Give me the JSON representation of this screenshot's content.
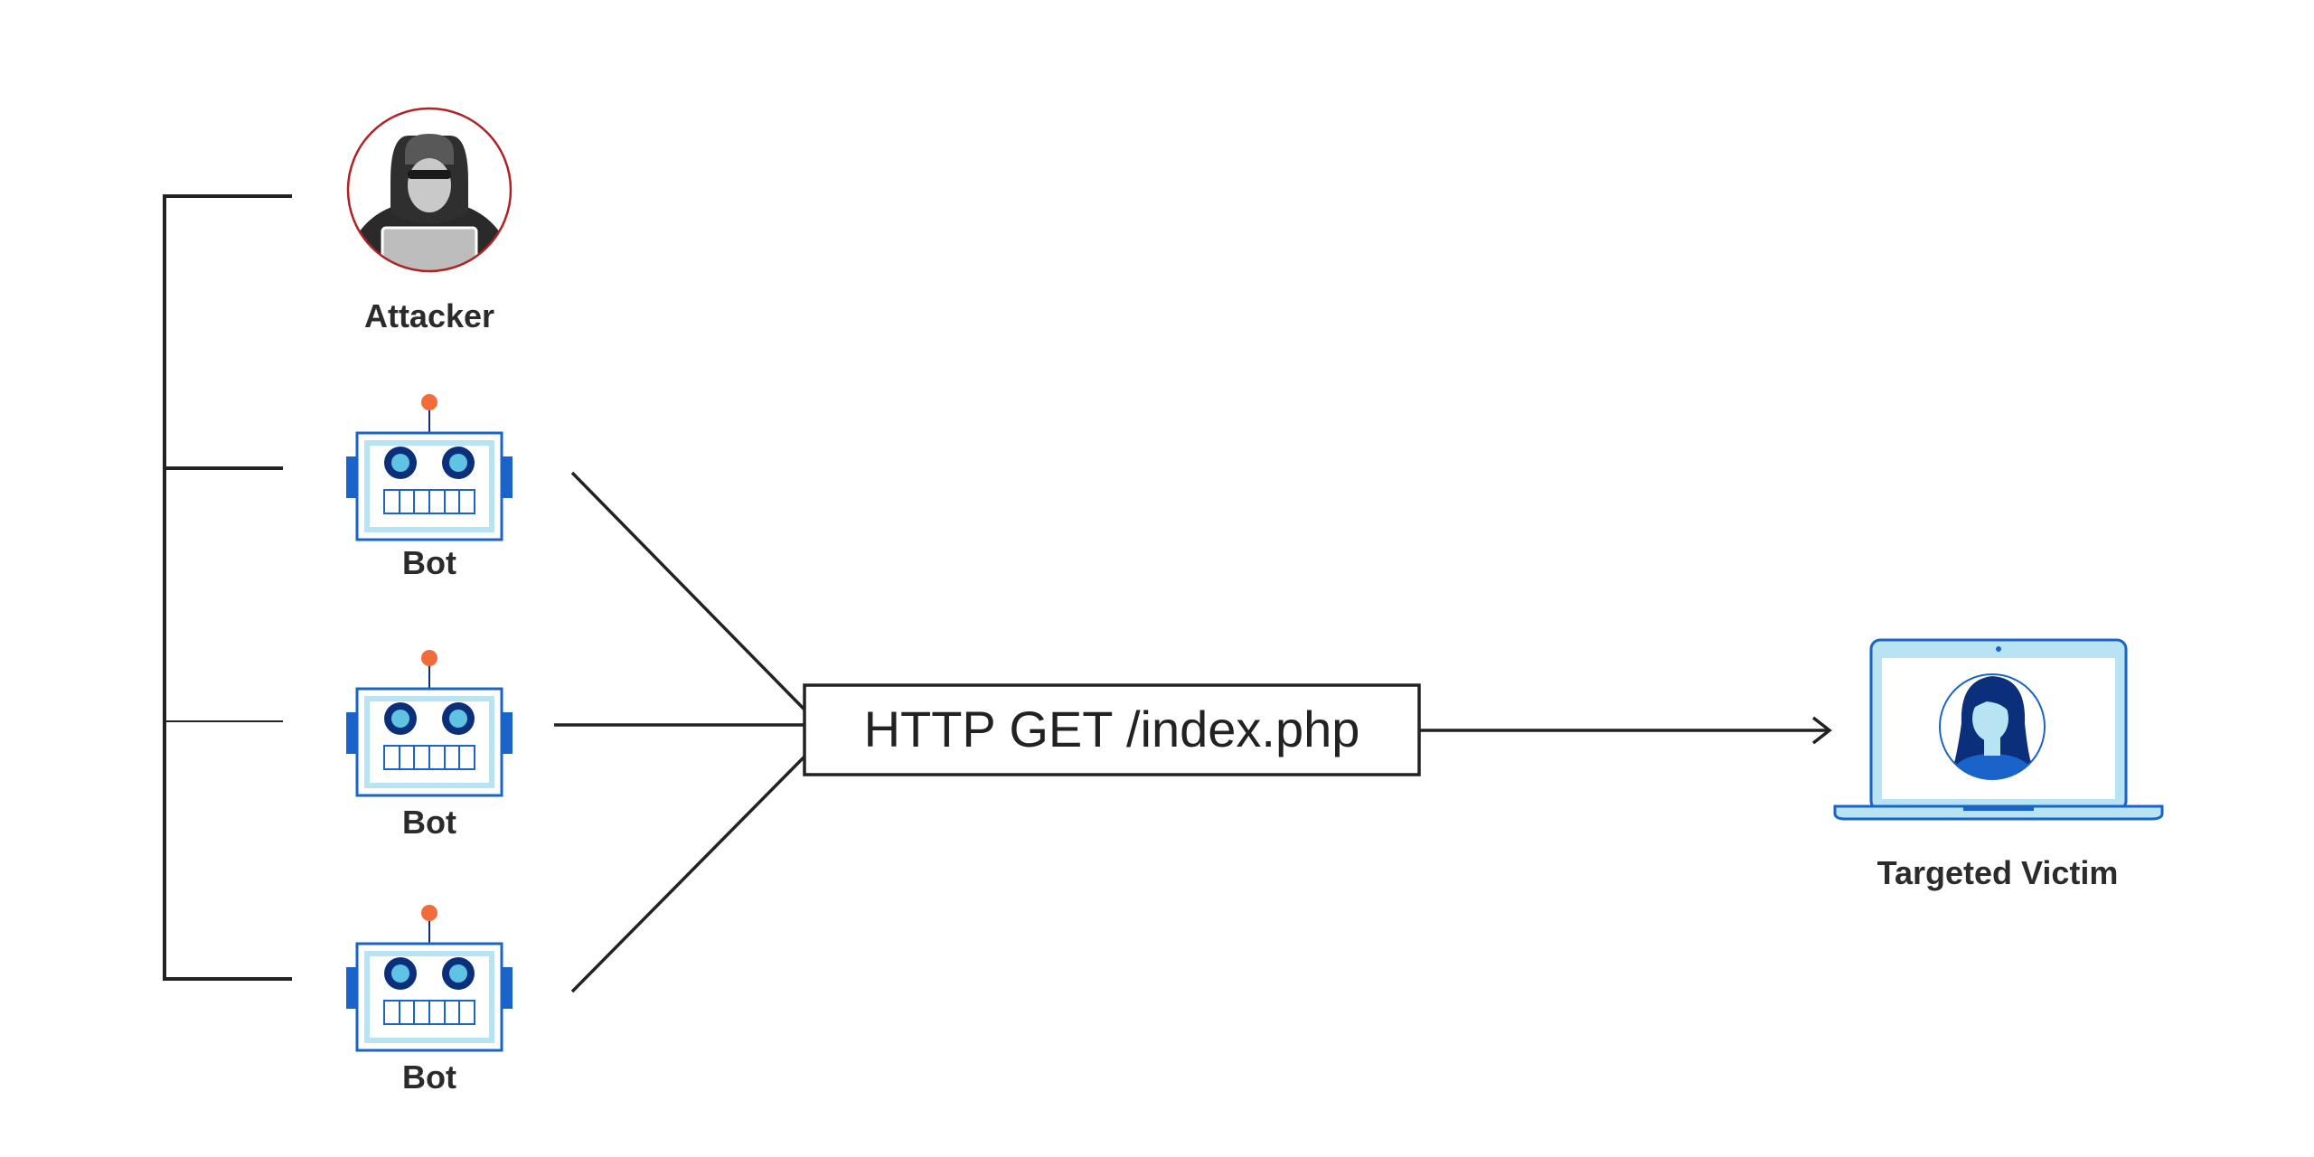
{
  "nodes": {
    "attacker": {
      "label": "Attacker",
      "icon": "hooded-hacker-icon"
    },
    "bots": [
      {
        "label": "Bot",
        "icon": "robot-icon"
      },
      {
        "label": "Bot",
        "icon": "robot-icon"
      },
      {
        "label": "Bot",
        "icon": "robot-icon"
      }
    ],
    "victim": {
      "label": "Targeted Victim",
      "icon": "laptop-user-icon"
    }
  },
  "request": {
    "text": "HTTP GET /index.php"
  },
  "colors": {
    "line": "#222222",
    "attacker_ring": "#b22222",
    "robot_frame": "#1a63c9",
    "robot_face": "#b8e3f2",
    "robot_eye_ring": "#0b2f7a",
    "robot_eye": "#5fc3e4",
    "antenna": "#f26b3a",
    "laptop_frame": "#1a63c9",
    "laptop_screen": "#b8e3f2"
  }
}
